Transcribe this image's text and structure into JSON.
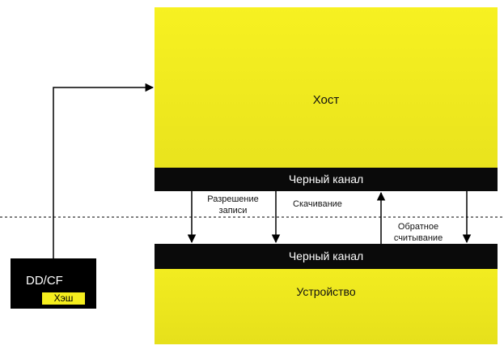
{
  "diagram": {
    "host": {
      "label": "Хост"
    },
    "host_channel": {
      "label": "Черный канал"
    },
    "device_channel": {
      "label": "Черный канал"
    },
    "device": {
      "label": "Устройство"
    },
    "ddcf": {
      "label": "DD/CF",
      "cache_label": "Хэш"
    },
    "arrows": {
      "write_enable": "Разрешение записи",
      "download": "Скачивание",
      "readback": "Обратное считывание"
    },
    "colors": {
      "block": "#f2ec1f",
      "channel": "#0a0a0a",
      "line": "#000000"
    }
  }
}
